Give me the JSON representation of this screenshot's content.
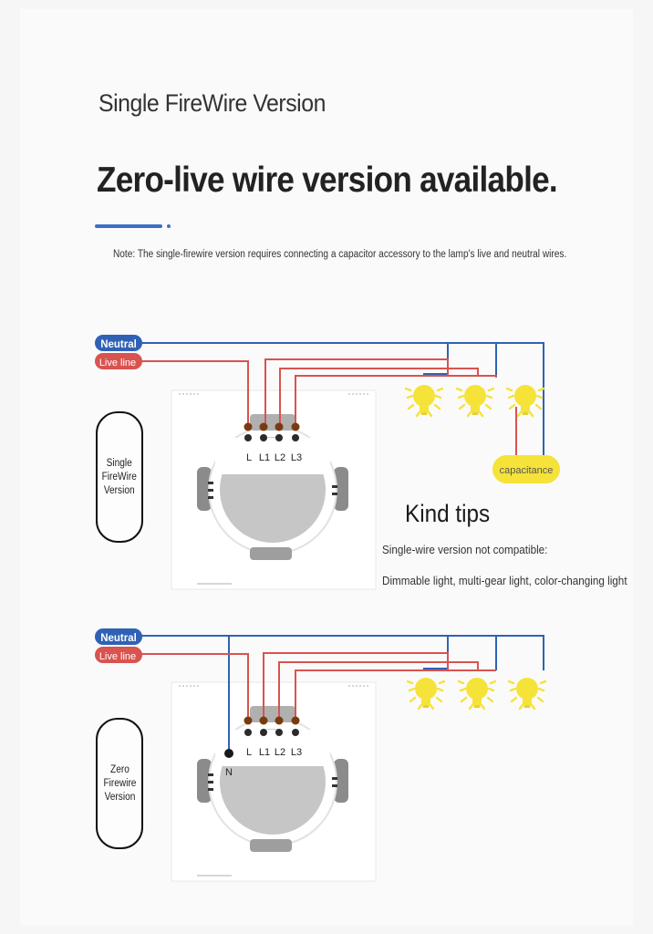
{
  "header": {
    "title": "Single FireWire Version",
    "headline": "Zero-live wire version available.",
    "note": "Note: The single-firewire version requires connecting a capacitor accessory to the lamp's live and neutral wires."
  },
  "wiring": {
    "neutral_label": "Neutral",
    "live_label": "Live line",
    "terminal_labels": [
      "L",
      "L1",
      "L2",
      "L3"
    ],
    "neutral_terminal": "N",
    "capacitor_label": "capacitance",
    "colors": {
      "neutral": "#2f62b5",
      "live": "#d9534f",
      "bulb": "#f5e33a"
    }
  },
  "single_version": {
    "pill_label": "Single\nFireWire\nVersion"
  },
  "zero_version": {
    "pill_label": "Zero\nFirewire\nVersion"
  },
  "tips": {
    "title": "Kind tips",
    "line1": "Single-wire version not compatible:",
    "line2": "Dimmable light, multi-gear light, color-changing light"
  }
}
